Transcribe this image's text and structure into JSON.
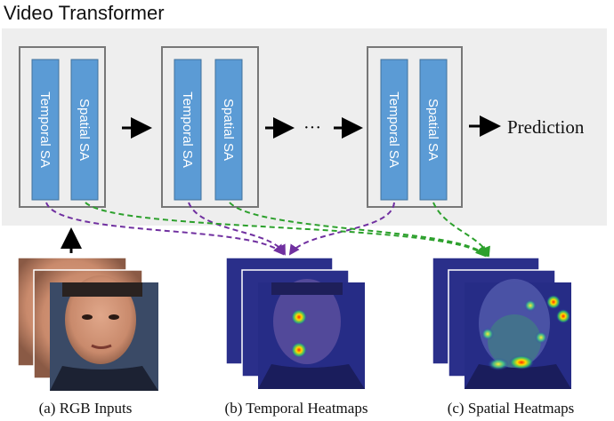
{
  "title": "Video Transformer",
  "blocks": [
    {
      "temporal_label": "Temporal SA",
      "spatial_label": "Spatial SA"
    },
    {
      "temporal_label": "Temporal SA",
      "spatial_label": "Spatial SA"
    },
    {
      "temporal_label": "Temporal SA",
      "spatial_label": "Spatial SA"
    }
  ],
  "ellipsis": "···",
  "prediction_label": "Prediction",
  "captions": {
    "rgb": "(a) RGB Inputs",
    "temporal": "(b) Temporal Heatmaps",
    "spatial": "(c) Spatial Heatmaps"
  },
  "colors": {
    "panel_bg": "#eeeeee",
    "block_border": "#777777",
    "sa_fill": "#5b9bd5",
    "sa_stroke": "#41719c",
    "temporal_arrow": "#7030a0",
    "spatial_arrow": "#2ca02c"
  }
}
